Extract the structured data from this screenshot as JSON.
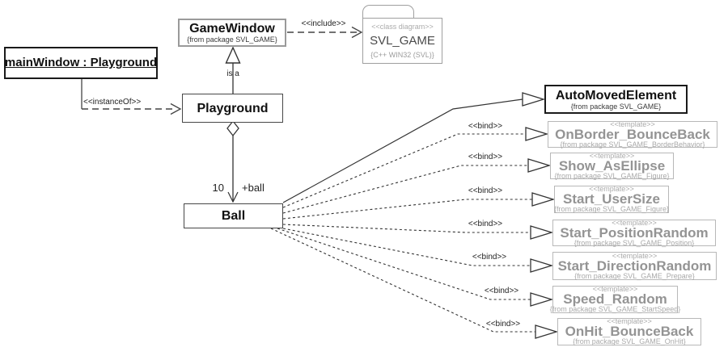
{
  "nodes": {
    "mainWindow": {
      "title": "mainWindow : Playground"
    },
    "gameWindow": {
      "title": "GameWindow",
      "from": "{from package SVL_GAME}"
    },
    "package": {
      "stereotype": "<<class diagram>>",
      "title": "SVL_GAME",
      "note": "{C++ WIN32 (SVL)}"
    },
    "playground": {
      "title": "Playground"
    },
    "ball": {
      "title": "Ball"
    },
    "autoMovedElement": {
      "title": "AutoMovedElement",
      "from": "{from package SVL_GAME}"
    }
  },
  "templates": [
    {
      "stereotype": "<<template>>",
      "title": "OnBorder_BounceBack",
      "from": "{from package SVL_GAME_BorderBehavior}"
    },
    {
      "stereotype": "<<template>>",
      "title": "Show_AsEllipse",
      "from": "{from package SVL_GAME_Figure}"
    },
    {
      "stereotype": "<<template>>",
      "title": "Start_UserSize",
      "from": "{from package SVL_GAME_Figure}"
    },
    {
      "stereotype": "<<template>>",
      "title": "Start_PositionRandom",
      "from": "{from package SVL_GAME_Position}"
    },
    {
      "stereotype": "<<template>>",
      "title": "Start_DirectionRandom",
      "from": "{from package SVL_GAME_Prepare}"
    },
    {
      "stereotype": "<<template>>",
      "title": "Speed_Random",
      "from": "{from package SVL_GAME_StartSpeed}"
    },
    {
      "stereotype": "<<template>>",
      "title": "OnHit_BounceBack",
      "from": "{from package SVL_GAME_OnHit}"
    }
  ],
  "edge_labels": {
    "include": "<<include>>",
    "instance_of": "<<instanceOf>>",
    "is_a": "is a",
    "multiplicity": "10",
    "role": "+ball",
    "bind": "<<bind>>"
  },
  "colors": {
    "line": "#333333",
    "black_border": "#1a1a1a",
    "gray_border": "#b8b8b8",
    "gray_title_text": "#949494"
  }
}
